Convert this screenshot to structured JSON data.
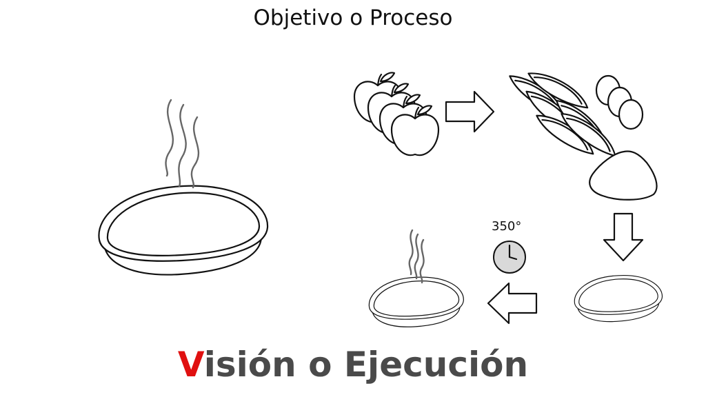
{
  "title": "Objetivo o Proceso",
  "subtitle": {
    "highlight": "V",
    "rest": "isión o Ejecución"
  },
  "oven_temperature": "350°",
  "colors": {
    "highlight": "#e01010",
    "subtitle": "#4a4a4a",
    "line": "#111111",
    "steam": "#666666",
    "clock_face": "#d9d9d9"
  },
  "icons": [
    "pie-icon",
    "apples-icon",
    "apple-slices-icon",
    "eggs-icon",
    "dough-icon",
    "arrow-right-icon",
    "arrow-down-icon",
    "arrow-left-icon",
    "clock-icon",
    "unbaked-pie-icon",
    "baked-pie-icon"
  ]
}
